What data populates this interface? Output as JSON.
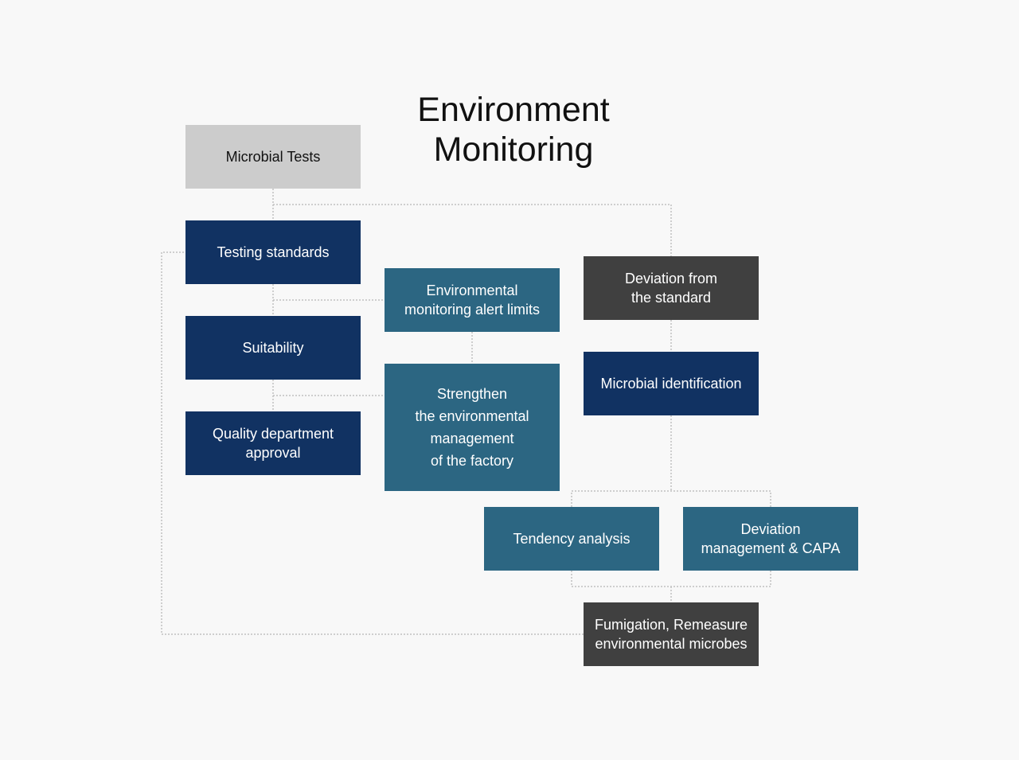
{
  "title": "Environment\nMonitoring",
  "colors": {
    "background": "#f8f8f8",
    "grey_box": "#cccccc",
    "navy_box": "#113262",
    "teal_box": "#2c6682",
    "dark_box": "#404040",
    "connector": "#c0c0c0"
  },
  "nodes": {
    "microbial_tests": "Microbial Tests",
    "testing_standards": "Testing standards",
    "suitability": "Suitability",
    "quality_approval": "Quality department\napproval",
    "alert_limits": "Environmental\nmonitoring alert limits",
    "strengthen": "Strengthen\nthe environmental\nmanagement\nof the factory",
    "deviation_standard": "Deviation from\nthe standard",
    "microbial_identification": "Microbial identification",
    "tendency_analysis": "Tendency analysis",
    "deviation_capa": "Deviation\nmanagement & CAPA",
    "fumigation": "Fumigation, Remeasure\nenvironmental microbes"
  }
}
